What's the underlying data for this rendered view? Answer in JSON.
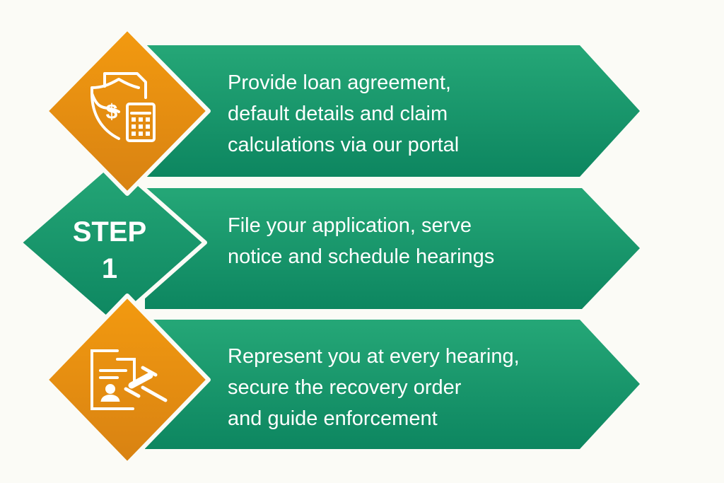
{
  "steps": [
    {
      "lines": [
        "Provide loan agreement,",
        "default details and claim",
        "calculations via our portal"
      ],
      "icon": "shield-dollar-calculator-icon"
    },
    {
      "lines": [
        "File your application, serve",
        "notice and schedule hearings"
      ],
      "badge": {
        "word": "STEP",
        "number": "1"
      }
    },
    {
      "lines": [
        "Represent you at every hearing,",
        "secure the recovery order",
        "and guide enforcement"
      ],
      "icon": "document-gavel-icon"
    }
  ],
  "colors": {
    "green": "#1f9e70",
    "green_dark": "#0f8a62",
    "orange": "#ee9412",
    "orange_dark": "#d97f10",
    "background": "#fbfbf6"
  }
}
